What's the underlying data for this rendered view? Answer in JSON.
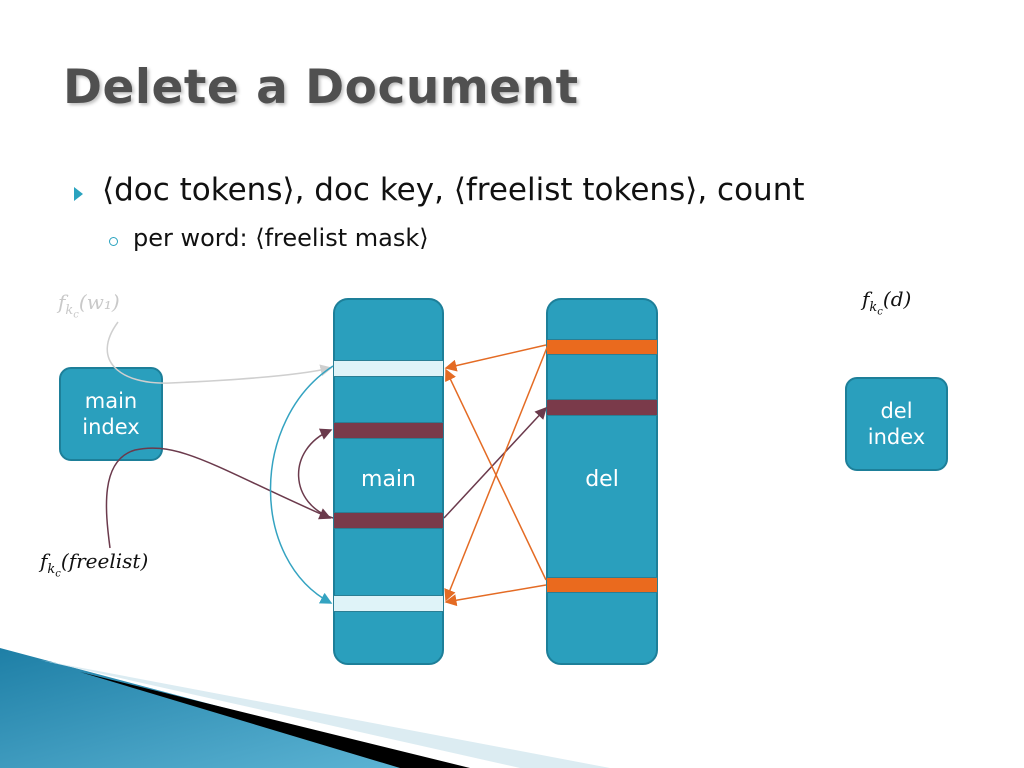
{
  "slide": {
    "title": "Delete a Document",
    "bullet1": "⟨doc tokens⟩, doc key, ⟨freelist tokens⟩, count",
    "bullet2": "per word: ⟨freelist mask⟩"
  },
  "diagram": {
    "label_fw1": {
      "f": "f",
      "sub": "k",
      "subsub": "c",
      "arg": "(w₁)"
    },
    "label_fd": {
      "f": "f",
      "sub": "k",
      "subsub": "c",
      "arg": "(d)"
    },
    "label_ffree": {
      "f": "f",
      "sub": "k",
      "subsub": "c",
      "arg": "(freelist)"
    },
    "main_index": "main\nindex",
    "del_index": "del\nindex",
    "main_column": "main",
    "del_column": "del"
  },
  "colors": {
    "teal": "#2a9fbd",
    "light_stripe": "#dff3f8",
    "dark_stripe": "#7a3a4a",
    "orange_stripe": "#ea6a1e",
    "orange_arrow": "#e46b24",
    "maroon_arrow": "#6b3a4c",
    "teal_arrow": "#34a3c1",
    "faded_arrow": "#cfcfcf"
  }
}
